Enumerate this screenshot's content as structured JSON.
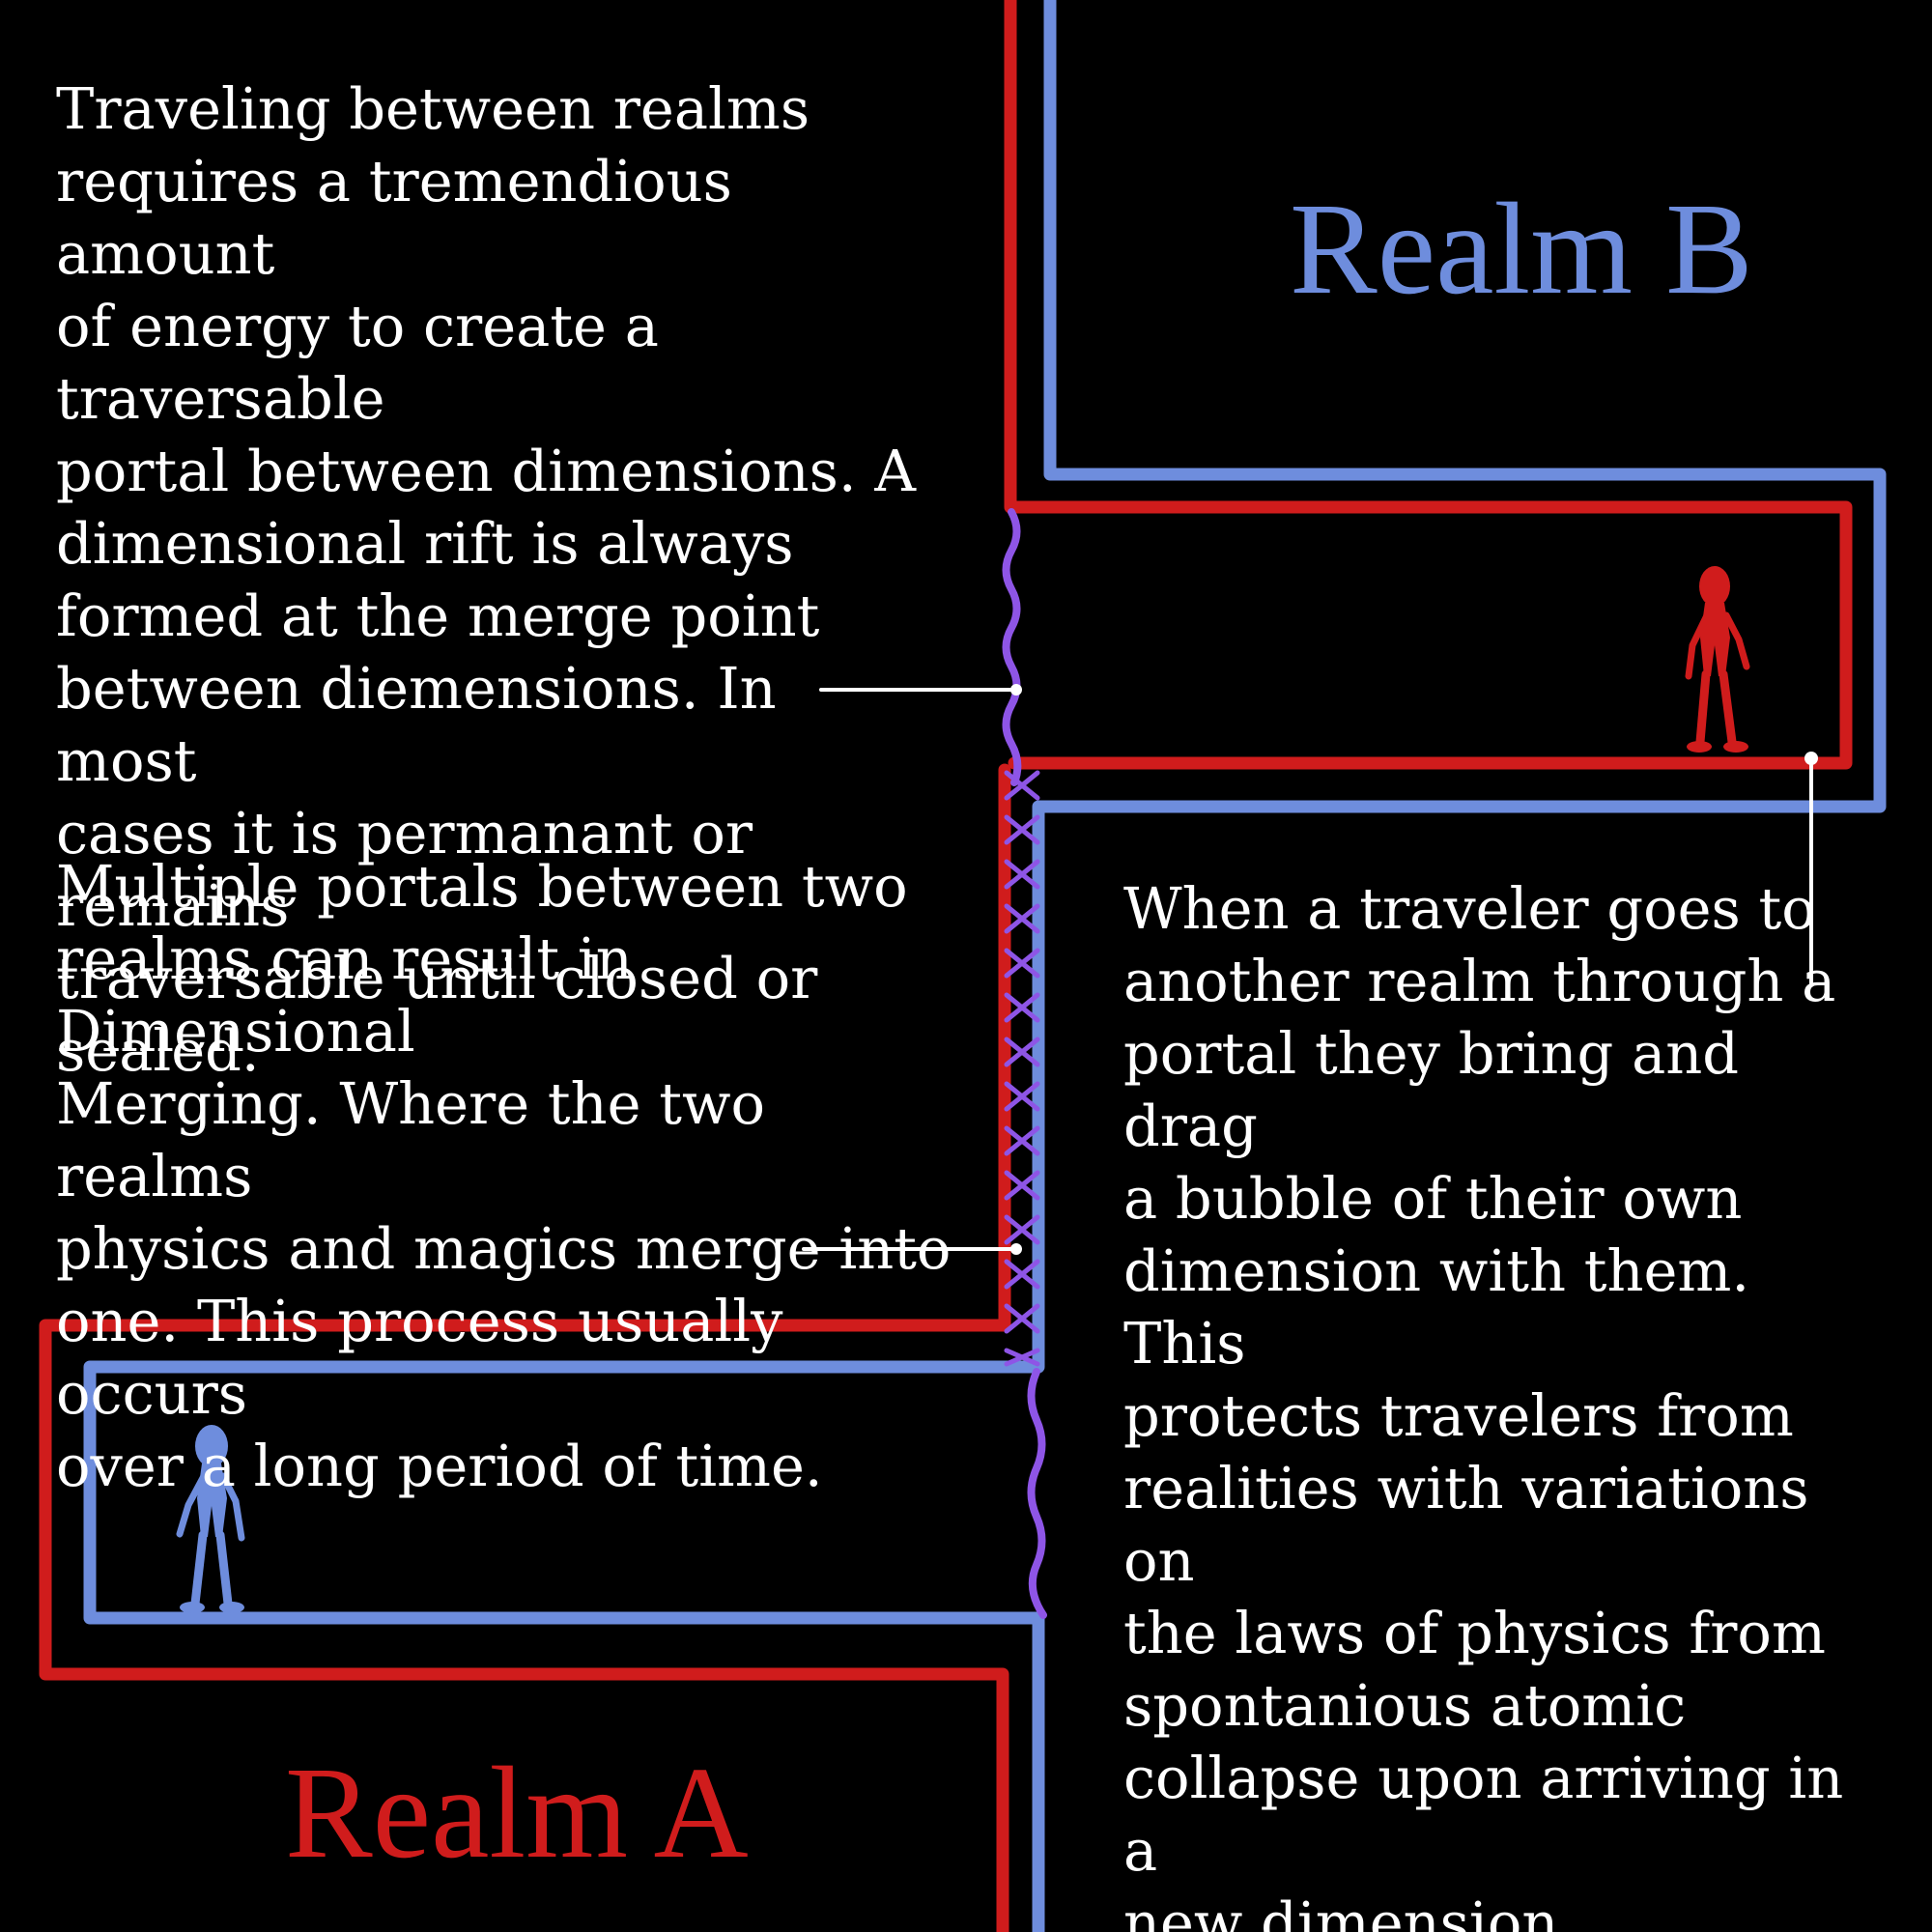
{
  "colors": {
    "background": "#000000",
    "realm_a": "#d01c1c",
    "realm_b": "#6e8ddd",
    "rift": "#8e55e6",
    "text": "#ffffff",
    "pointer": "#ffffff"
  },
  "realm_b": {
    "label": "Realm B"
  },
  "realm_a": {
    "label": "Realm A"
  },
  "paragraphs": {
    "rift": "Traveling between realms\nrequires a tremendious amount\nof energy to create a traversable\nportal between dimensions. A\ndimensional rift is always\nformed at the merge point\nbetween diemensions. In most\ncases it is permanant or remains\ntraversable until closed or\nsealed.",
    "merge": "Multiple portals between two\nrealms can result in Dimensional\nMerging. Where the two realms\nphysics and magics merge into\none. This process usually occurs\nover a long period of time.",
    "bubble": "When a traveler goes to\nanother realm through a\nportal they bring and drag\na bubble of their own\ndimension with them. This\nprotects travelers from\nrealities with variations on\nthe laws of physics from\nspontanious atomic\ncollapse upon arriving in a\nnew dimension."
  },
  "icons": {
    "traveler_a": "stick-figure-icon",
    "traveler_b": "stick-figure-icon"
  }
}
